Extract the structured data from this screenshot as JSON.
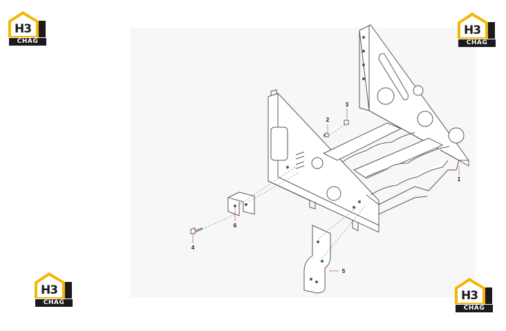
{
  "logo": {
    "mark": "H3",
    "caption": "CHAG"
  },
  "callouts": [
    {
      "id": "1",
      "label": "1"
    },
    {
      "id": "2",
      "label": "2"
    },
    {
      "id": "3",
      "label": "3"
    },
    {
      "id": "4",
      "label": "4"
    },
    {
      "id": "5",
      "label": "5"
    },
    {
      "id": "6",
      "label": "6"
    }
  ],
  "colors": {
    "logo_yellow": "#f2b705",
    "logo_dark": "#1a1a1a",
    "callout_line": "#e05a6a",
    "part_line": "#555555",
    "sheet_bg": "#f7f7f7"
  }
}
